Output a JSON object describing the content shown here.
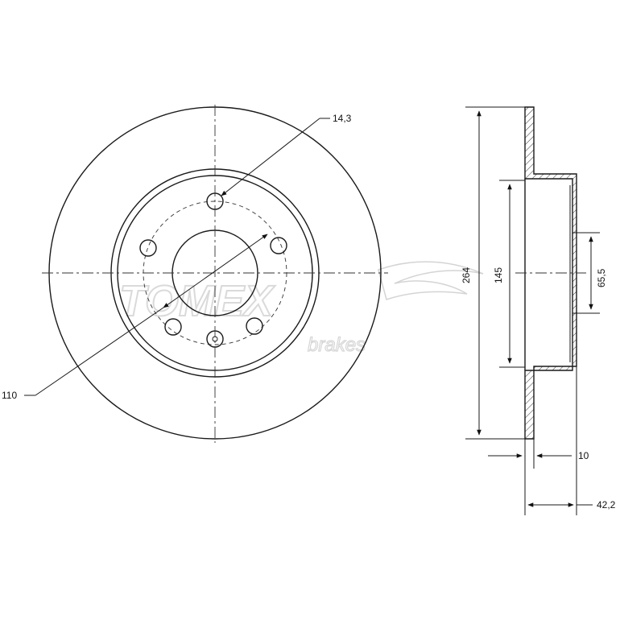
{
  "brand": {
    "name": "TOMEX",
    "tagline": "brakes"
  },
  "dimensions": {
    "bolt_hole_diameter": "14,3",
    "bolt_circle": "110",
    "outer_diameter": "264",
    "hat_diameter": "145",
    "center_bore": "65,5",
    "thickness": "10",
    "total_height": "42,2"
  }
}
